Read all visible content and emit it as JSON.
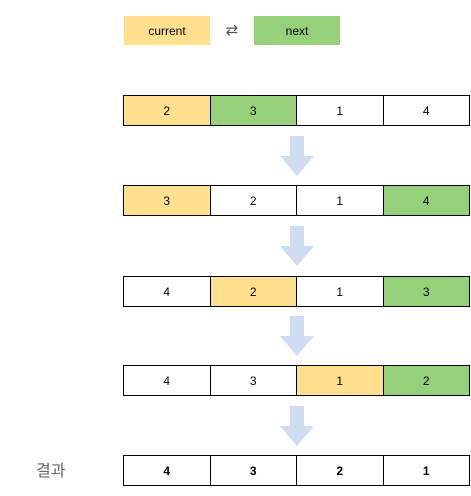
{
  "colors": {
    "current": "#ffe08e",
    "next": "#96d07a",
    "plain": "#ffffff",
    "arrow": "#d0dcf2"
  },
  "legend": {
    "current_label": "current",
    "next_label": "next",
    "swap_icon": "⇄"
  },
  "steps": [
    {
      "cells": [
        {
          "value": "2",
          "state": "current"
        },
        {
          "value": "3",
          "state": "next"
        },
        {
          "value": "1",
          "state": "plain"
        },
        {
          "value": "4",
          "state": "plain"
        }
      ]
    },
    {
      "cells": [
        {
          "value": "3",
          "state": "current"
        },
        {
          "value": "2",
          "state": "plain"
        },
        {
          "value": "1",
          "state": "plain"
        },
        {
          "value": "4",
          "state": "next"
        }
      ]
    },
    {
      "cells": [
        {
          "value": "4",
          "state": "plain"
        },
        {
          "value": "2",
          "state": "current"
        },
        {
          "value": "1",
          "state": "plain"
        },
        {
          "value": "3",
          "state": "next"
        }
      ]
    },
    {
      "cells": [
        {
          "value": "4",
          "state": "plain"
        },
        {
          "value": "3",
          "state": "plain"
        },
        {
          "value": "1",
          "state": "current"
        },
        {
          "value": "2",
          "state": "next"
        }
      ]
    }
  ],
  "result": {
    "label": "결과",
    "cells": [
      {
        "value": "4"
      },
      {
        "value": "3"
      },
      {
        "value": "2"
      },
      {
        "value": "1"
      }
    ]
  }
}
